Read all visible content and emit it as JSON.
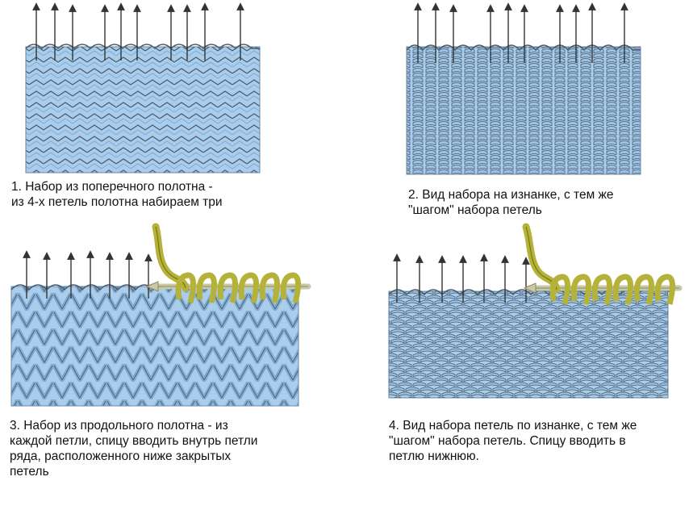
{
  "colors": {
    "fabric": "#a9cdea",
    "fabric_dark": "#7faad2",
    "stitch": "#4a5a6c",
    "yarn": "#b5b239",
    "yarn_dark": "#6e6a12",
    "needle": "#c9c9a6",
    "arrow": "#333333"
  },
  "panels": [
    {
      "caption": [
        "1. Набор из поперечного полотна -",
        "из 4-х петель полотна набираем три"
      ]
    },
    {
      "caption": [
        "2. Вид набора на изнанке, с тем же",
        "\"шагом\" набора петель"
      ]
    },
    {
      "caption": [
        "3. Набор из продольного полотна - из",
        "каждой петли, спицу вводить внутрь петли",
        "ряда, расположенного ниже закрытых",
        "петель"
      ]
    },
    {
      "caption": [
        "4. Вид набора петель по изнанке, с тем же",
        "\"шагом\" набора петель. Спицу вводить в",
        "петлю нижнюю."
      ]
    }
  ]
}
